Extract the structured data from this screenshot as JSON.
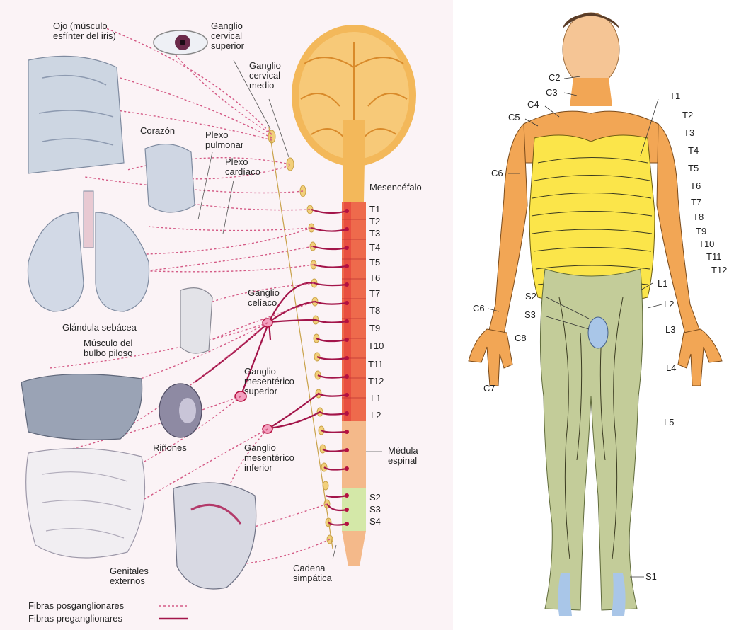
{
  "colors": {
    "preganglionic": "#a3154a",
    "postganglionic": "#d45a85",
    "brain": "#f0b24a",
    "cord_red": "#e9423c",
    "cord_orange": "#f3a65a",
    "cord_green": "#c9e3a6",
    "derm_orange": "#f2a655",
    "derm_yellow": "#fbe54a",
    "derm_green": "#c3cc99",
    "derm_blue": "#a9c6e8",
    "skin": "#f5c595"
  },
  "left_labels": {
    "eye": "Ojo (músculo\nesfínter del iris)",
    "sup_cervical": "Ganglio\ncervical\nsuperior",
    "mid_cervical": "Ganglio\ncervical\nmedio",
    "heart": "Corazón",
    "pulmonary_plexus": "Plexo\npulmonar",
    "cardiac_plexus": "Plexo\ncardíaco",
    "midbrain": "Mesencéfalo",
    "celiac": "Ganglio\ncelíaco",
    "sebaceous": "Glándula sebácea",
    "piloerector": "Músculo del\nbulbo piloso",
    "sup_mesenteric": "Ganglio\nmesentérico\nsuperior",
    "kidneys": "Riñones",
    "inf_mesenteric": "Ganglio\nmesentérico\ninferior",
    "spinal_cord": "Médula\nespinal",
    "genitals": "Genitales\nexternos",
    "chain": "Cadena\nsimpática",
    "legend_post": "Fibras posganglionares",
    "legend_pre": "Fibras preganglionares"
  },
  "cord_segments": [
    "T1",
    "T2",
    "T3",
    "T4",
    "T5",
    "T6",
    "T7",
    "T8",
    "T9",
    "T10",
    "T11",
    "T12",
    "L1",
    "L2"
  ],
  "sacral_segments": [
    "S2",
    "S3",
    "S4"
  ],
  "dermatome_labels": {
    "c2": "C2",
    "c3": "C3",
    "c4": "C4",
    "c5": "C5",
    "c6_upper": "C6",
    "c6_lower": "C6",
    "c7": "C7",
    "c8": "C8",
    "t1": "T1",
    "t2": "T2",
    "t3": "T3",
    "t4": "T4",
    "t5": "T5",
    "t6": "T6",
    "t7": "T7",
    "t8": "T8",
    "t9": "T9",
    "t10": "T10",
    "t11": "T11",
    "t12": "T12",
    "l1": "L1",
    "l2": "L2",
    "l3": "L3",
    "l4": "L4",
    "l5": "L5",
    "s1": "S1",
    "s2": "S2",
    "s3": "S3"
  }
}
